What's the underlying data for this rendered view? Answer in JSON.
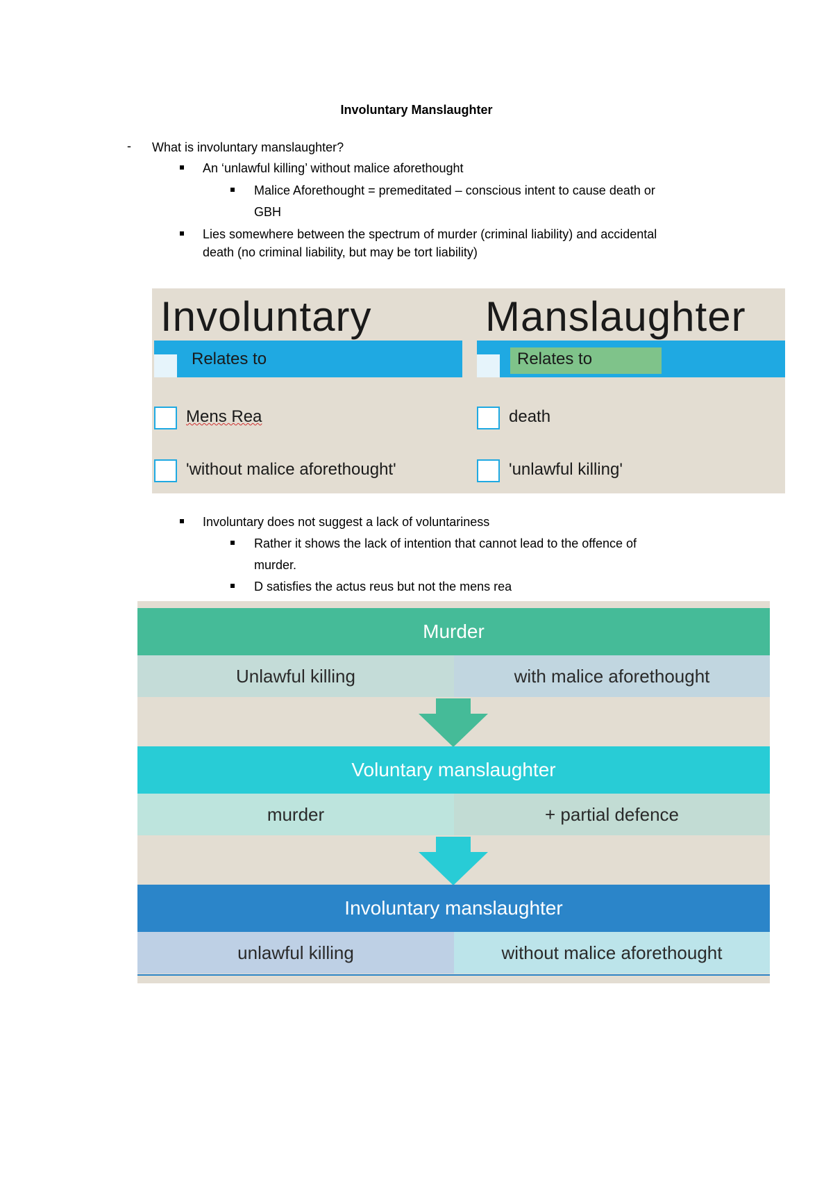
{
  "document": {
    "title": "Involuntary Manslaughter",
    "question": "What is involuntary manslaughter?",
    "bullets_1": {
      "b1": "An ‘unlawful killing’ without malice aforethought",
      "b1_sub1_line1": "Malice Aforethought = premeditated – conscious intent to cause death or",
      "b1_sub1_line2": "GBH",
      "b2_line1": "Lies somewhere between the spectrum of murder (criminal liability) and accidental",
      "b2_line2": "death (no criminal liability, but may be tort liability)"
    },
    "bullets_2": {
      "b1": "Involuntary does not suggest a lack of voluntariness",
      "b1_sub1_line1": "Rather it shows the lack of intention that cannot lead to the offence of",
      "b1_sub1_line2": "murder.",
      "b1_sub2": "D satisfies the actus reus but not the mens rea"
    }
  },
  "figure_relates": {
    "left_word": "Involuntary",
    "right_word": "Manslaughter",
    "left_header": "Relates to",
    "right_header": "Relates to",
    "left_items": [
      "Mens Rea",
      "'without malice aforethought'"
    ],
    "right_items": [
      "death",
      "'unlawful killing'"
    ],
    "colors": {
      "background": "#e3ddd2",
      "bar": "#1fa9e2",
      "highlight": "#7fc38a"
    }
  },
  "figure_flow": {
    "levels": [
      {
        "name": "Murder",
        "left": "Unlawful killing",
        "right": "with malice aforethought",
        "head_color": "#45bb98",
        "left_color": "#c4dcd8",
        "right_color": "#c1d6e0"
      },
      {
        "name": "Voluntary manslaughter",
        "left": "murder",
        "right": "+ partial defence",
        "head_color": "#28ccd6",
        "left_color": "#bde4dd",
        "right_color": "#c2dcd4"
      },
      {
        "name": "Involuntary manslaughter",
        "left": "unlawful killing",
        "right": "without malice aforethought",
        "head_color": "#2b85c9",
        "left_color": "#bed0e5",
        "right_color": "#bce4ea"
      }
    ],
    "arrow_colors": [
      "#45bb98",
      "#28ccd6"
    ]
  }
}
